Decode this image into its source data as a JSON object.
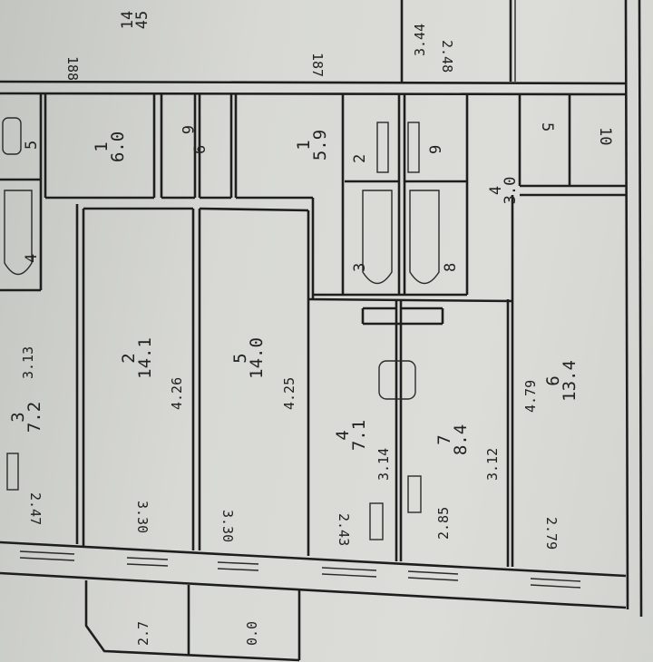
{
  "plan": {
    "rooms": [
      {
        "num": "1",
        "area": "6.0"
      },
      {
        "num": "1",
        "area": "5.9"
      },
      {
        "num": "4",
        "area": "3.0"
      },
      {
        "num": "2",
        "area": "14.1"
      },
      {
        "num": "5",
        "area": "14.0"
      },
      {
        "num": "4",
        "area": "7.1"
      },
      {
        "num": "7",
        "area": "8.4"
      },
      {
        "num": "6",
        "area": "13.4"
      },
      {
        "num": "3",
        "area": "7.2"
      },
      {
        "num": "14",
        "area": "45"
      }
    ],
    "small_rooms": [
      "5",
      "6",
      "6",
      "2",
      "9",
      "5",
      "10",
      "4",
      "3",
      "8"
    ],
    "dimensions": [
      "188",
      "187",
      "3.44",
      "2.48",
      "3.13",
      "4.26",
      "4.25",
      "3.14",
      "3.12",
      "4.79",
      "2.47",
      "3.30",
      "3.30",
      "2.43",
      "2.85",
      "2.79",
      "2.7",
      "0.0"
    ]
  }
}
